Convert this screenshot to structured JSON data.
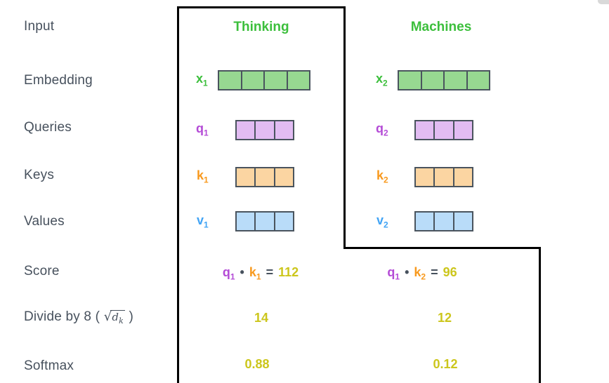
{
  "palette": {
    "green": "#3cbf3c",
    "green_fill": "#97d891",
    "purple": "#b44bd6",
    "purple_fill": "#e2bcf2",
    "orange": "#f8991d",
    "orange_fill": "#fbd5a2",
    "blue": "#42a4f5",
    "blue_fill": "#b9dcf9",
    "yellow": "#ccc61c",
    "dark": "#47515d",
    "cellborder": "#4a545e",
    "line": "#000000",
    "smudge": "#d9d9d9"
  },
  "row_labels": {
    "input": "Input",
    "embedding": "Embedding",
    "queries": "Queries",
    "keys": "Keys",
    "values": "Values",
    "score": "Score",
    "divide_prefix": "Divide by 8 ( ",
    "divide_sqrt": "√",
    "divide_var": "d",
    "divide_sub": "k",
    "divide_suffix": " )",
    "softmax": "Softmax"
  },
  "vectors": {
    "embedding_cells": 4,
    "qkv_cells": 3
  },
  "columns": {
    "thinking": {
      "header": "Thinking",
      "embedding_label": {
        "base": "x",
        "sub": "1"
      },
      "query_label": {
        "base": "q",
        "sub": "1"
      },
      "key_label": {
        "base": "k",
        "sub": "1"
      },
      "value_label": {
        "base": "v",
        "sub": "1"
      },
      "score": {
        "q_base": "q",
        "q_sub": "1",
        "dot": "•",
        "k_base": "k",
        "k_sub": "1",
        "eq": "=",
        "value": "112"
      },
      "divided": "14",
      "softmax": "0.88"
    },
    "machines": {
      "header": "Machines",
      "embedding_label": {
        "base": "x",
        "sub": "2"
      },
      "query_label": {
        "base": "q",
        "sub": "2"
      },
      "key_label": {
        "base": "k",
        "sub": "2"
      },
      "value_label": {
        "base": "v",
        "sub": "2"
      },
      "score": {
        "q_base": "q",
        "q_sub": "1",
        "dot": "•",
        "k_base": "k",
        "k_sub": "2",
        "eq": "=",
        "value": "96"
      },
      "divided": "12",
      "softmax": "0.12"
    }
  }
}
